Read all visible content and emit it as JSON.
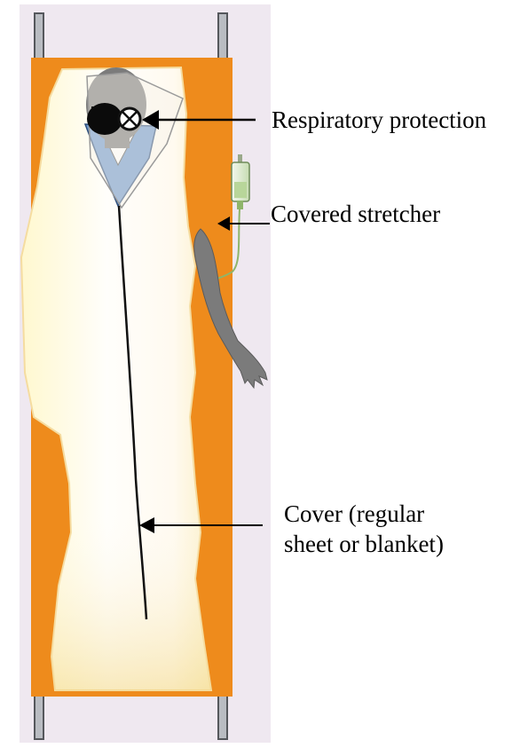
{
  "callouts": {
    "respiratory_protection": "Respiratory protection",
    "covered_stretcher": "Covered stretcher",
    "cover_line1": "Cover (regular",
    "cover_line2": "sheet or blanket)"
  },
  "colors": {
    "panel_background": "#efe8f0",
    "stretcher_canvas": "#ee8b1c",
    "stretcher_poles": "#b9bcc2",
    "cover_sheet": "#fff3c4",
    "cover_edge_shadow": "#f7dc86",
    "patient_skin": "#7b7b7b",
    "mask_black": "#0b0b0b",
    "shirt_blue": "#6d98cc",
    "iv_bag": "#cfe3bd",
    "iv_tube": "#8fb56a",
    "arrow_black": "#000000"
  },
  "icons": {
    "respirator": "respirator-mask-icon",
    "iv_drip": "iv-drip-bag-icon"
  }
}
